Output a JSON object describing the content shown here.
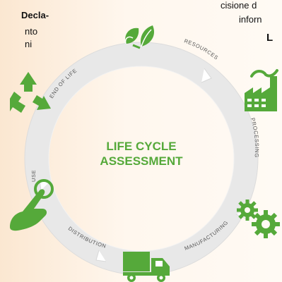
{
  "title": {
    "line1": "LIFE CYCLE",
    "line2": "ASSESSMENT"
  },
  "stages": [
    {
      "label": "RESOURCES",
      "icon": "leaves-icon"
    },
    {
      "label": "PROCESSING",
      "icon": "factory-icon"
    },
    {
      "label": "MANUFACTURING",
      "icon": "gears-icon"
    },
    {
      "label": "DISTRIBUTION",
      "icon": "truck-icon"
    },
    {
      "label": "USE",
      "icon": "hand-pointer-icon"
    },
    {
      "label": "END OF LIFE",
      "icon": "recycle-icon"
    }
  ],
  "page_text": {
    "top_left_1": "Decla-",
    "top_left_2": "nto",
    "top_left_3": "ni",
    "top_right_1": "cisione d",
    "top_right_2": "inforn",
    "top_right_3": "L"
  },
  "colors": {
    "green": "#55a93a",
    "ring": "#e6e6e6",
    "label": "#555555"
  }
}
